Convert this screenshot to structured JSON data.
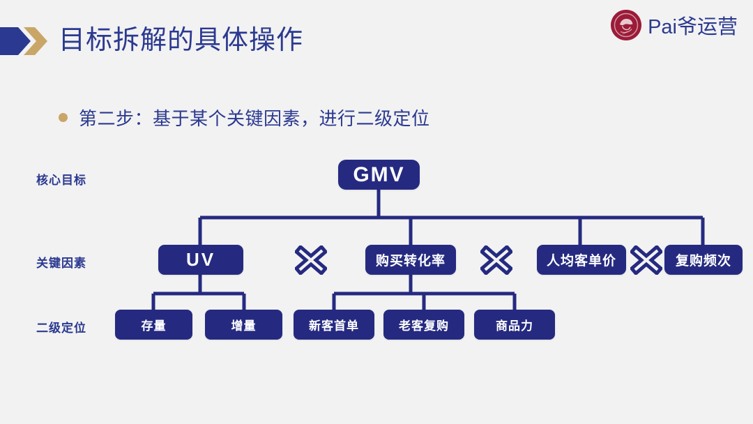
{
  "header": {
    "title": "目标拆解的具体操作",
    "arrow_icon": "double-chevron-arrow",
    "brand_name": "Pai爷运营",
    "avatar_icon": "person-portrait-avatar"
  },
  "subtitle": {
    "bullet_icon": "bullet-dot",
    "text": "第二步：基于某个关键因素，进行二级定位"
  },
  "colors": {
    "background": "#f2f2f2",
    "primary_blue": "#2b3990",
    "node_fill": "#252a80",
    "accent_gold": "#c9a668",
    "avatar_red": "#9b1b38",
    "node_text": "#ffffff"
  },
  "diagram": {
    "type": "tree",
    "row_labels": [
      {
        "name": "row-label-core-goal",
        "text": "核心目标"
      },
      {
        "name": "row-label-key-factors",
        "text": "关键因素"
      },
      {
        "name": "row-label-secondary",
        "text": "二级定位"
      }
    ],
    "root": {
      "label": "GMV"
    },
    "level2": [
      {
        "label": "UV",
        "is_latin": true
      },
      {
        "label": "购买转化率",
        "is_latin": false
      },
      {
        "label": "人均客单价",
        "is_latin": false
      },
      {
        "label": "复购频次",
        "is_latin": false
      }
    ],
    "operators": [
      {
        "name": "multiply-icon-1",
        "symbol": "×"
      },
      {
        "name": "multiply-icon-2",
        "symbol": "×"
      },
      {
        "name": "multiply-icon-3",
        "symbol": "×"
      }
    ],
    "level3": [
      {
        "label": "存量",
        "parent": "UV"
      },
      {
        "label": "增量",
        "parent": "UV"
      },
      {
        "label": "新客首单",
        "parent": "购买转化率"
      },
      {
        "label": "老客复购",
        "parent": "购买转化率"
      },
      {
        "label": "商品力",
        "parent": "购买转化率"
      }
    ],
    "formula": "GMV = UV × 购买转化率 × 人均客单价 × 复购频次"
  }
}
